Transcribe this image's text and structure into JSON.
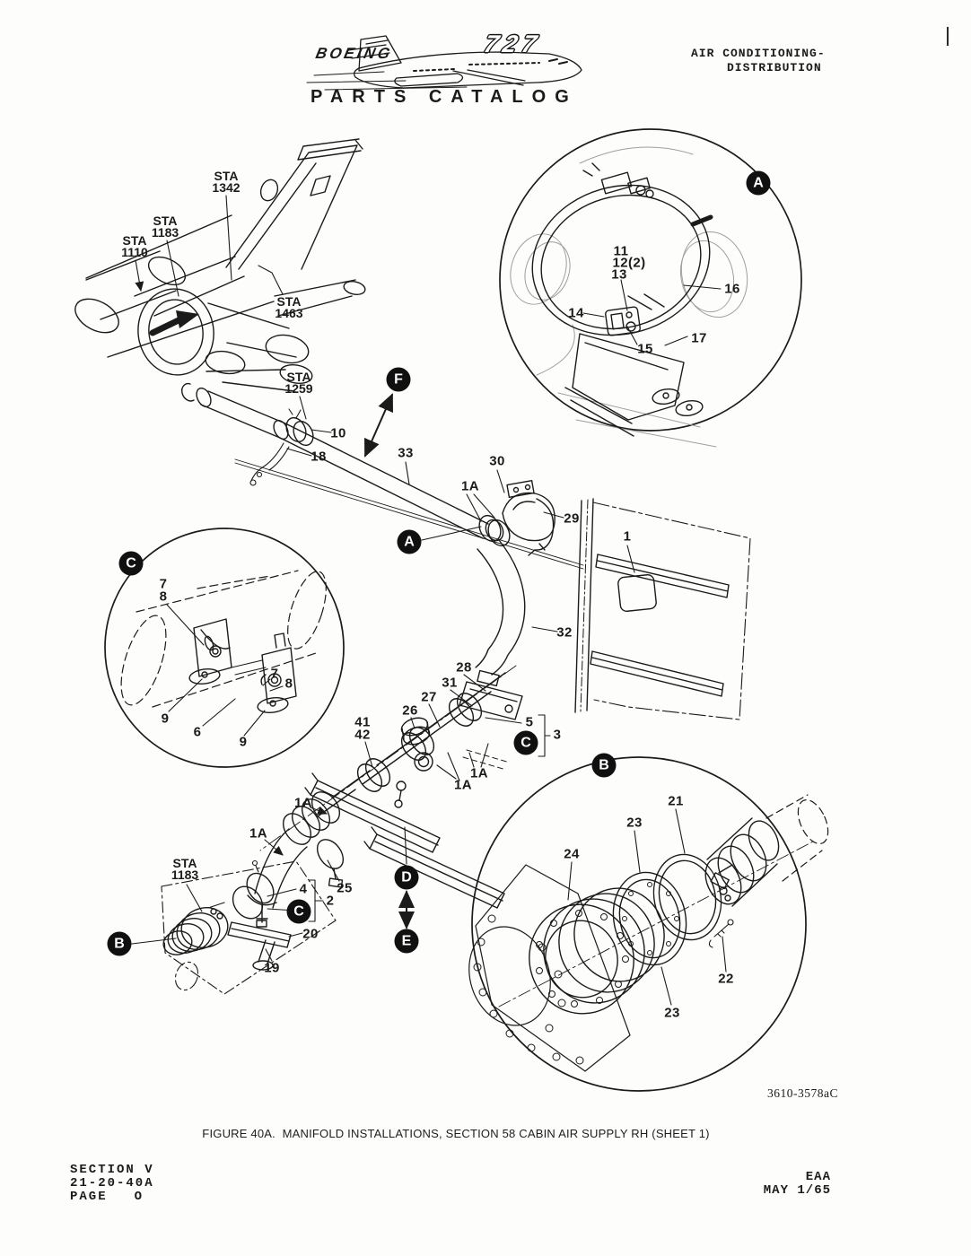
{
  "header": {
    "brand": "BOEING",
    "model": "727",
    "catalog_title": "PARTS CATALOG",
    "subject_line1": "AIR CONDITIONING-",
    "subject_line2": "DISTRIBUTION"
  },
  "figure": {
    "caption": "FIGURE 40A.  MANIFOLD INSTALLATIONS, SECTION 58 CABIN AIR SUPPLY RH (SHEET 1)",
    "drawing_number": "3610-3578aC"
  },
  "footer": {
    "section": "SECTION V",
    "reference": "21-20-40A",
    "page_label": "PAGE",
    "page_number": "O",
    "issue_code": "EAA",
    "date": "MAY 1/65"
  },
  "station_labels": {
    "sta_1342": {
      "line1": "STA",
      "line2": "1342"
    },
    "sta_1183_upper": {
      "line1": "STA",
      "line2": "1183"
    },
    "sta_1110": {
      "line1": "STA",
      "line2": "1110"
    },
    "sta_1463": {
      "line1": "STA",
      "line2": "1463"
    },
    "sta_1259": {
      "line1": "STA",
      "line2": "1259"
    },
    "sta_1183_lower": {
      "line1": "STA",
      "line2": "1183"
    }
  },
  "view_letters": {
    "a": "A",
    "b": "B",
    "c": "C",
    "d": "D",
    "e": "E",
    "f": "F"
  },
  "callouts": {
    "n1": "1",
    "n1a": "1A",
    "n2": "2",
    "n3": "3",
    "n4": "4",
    "n5": "5",
    "n6": "6",
    "n7": "7",
    "n8": "8",
    "n9": "9",
    "n10": "10",
    "n11": "11",
    "n12": "12(2)",
    "n13": "13",
    "n14": "14",
    "n15": "15",
    "n16": "16",
    "n17": "17",
    "n18": "18",
    "n19": "19",
    "n20": "20",
    "n21": "21",
    "n22": "22",
    "n23": "23",
    "n24": "24",
    "n25": "25",
    "n26": "26",
    "n27": "27",
    "n28": "28",
    "n29": "29",
    "n30": "30",
    "n31": "31",
    "n32": "32",
    "n33": "33",
    "n41": "41",
    "n42": "42"
  }
}
